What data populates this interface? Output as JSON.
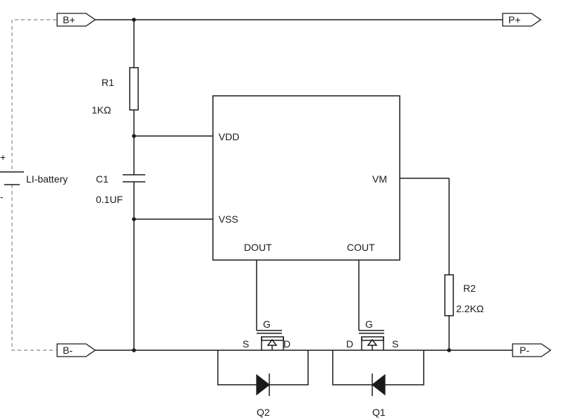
{
  "ports": {
    "b_plus": "B+",
    "b_minus": "B-",
    "p_plus": "P+",
    "p_minus": "P-"
  },
  "battery": {
    "label": "LI-battery",
    "plus_sign": "+",
    "minus_sign": "-"
  },
  "r1": {
    "name": "R1",
    "value": "1KΩ"
  },
  "c1": {
    "name": "C1",
    "value": "0.1UF"
  },
  "r2": {
    "name": "R2",
    "value": "2.2KΩ"
  },
  "ic": {
    "pins": {
      "vdd": "VDD",
      "vss": "VSS",
      "vm": "VM",
      "dout": "DOUT",
      "cout": "COUT"
    }
  },
  "q2": {
    "name": "Q2",
    "gate": "G",
    "source": "S",
    "drain": "D"
  },
  "q1": {
    "name": "Q1",
    "gate": "G",
    "drain": "D",
    "source": "S"
  }
}
